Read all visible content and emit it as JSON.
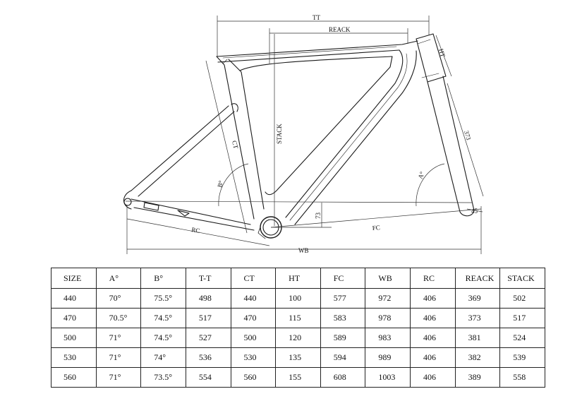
{
  "diagram": {
    "labels": {
      "tt": "TT",
      "reack": "REACK",
      "ht": "HT",
      "stack": "STACK",
      "ct": "CT",
      "b_angle": "B°",
      "a_angle": "A°",
      "fork_length": "373",
      "fork_offset": "45",
      "bb_drop": "73",
      "rc": "RC",
      "fc": "FC",
      "wb": "WB"
    }
  },
  "table": {
    "headers": [
      "SIZE",
      "A°",
      "B°",
      "T-T",
      "CT",
      "HT",
      "FC",
      "WB",
      "RC",
      "REACK",
      "STACK"
    ],
    "rows": [
      [
        "440",
        "70°",
        "75.5°",
        "498",
        "440",
        "100",
        "577",
        "972",
        "406",
        "369",
        "502"
      ],
      [
        "470",
        "70.5°",
        "74.5°",
        "517",
        "470",
        "115",
        "583",
        "978",
        "406",
        "373",
        "517"
      ],
      [
        "500",
        "71°",
        "74.5°",
        "527",
        "500",
        "120",
        "589",
        "983",
        "406",
        "381",
        "524"
      ],
      [
        "530",
        "71°",
        "74°",
        "536",
        "530",
        "135",
        "594",
        "989",
        "406",
        "382",
        "539"
      ],
      [
        "560",
        "71°",
        "73.5°",
        "554",
        "560",
        "155",
        "608",
        "1003",
        "406",
        "389",
        "558"
      ]
    ]
  }
}
